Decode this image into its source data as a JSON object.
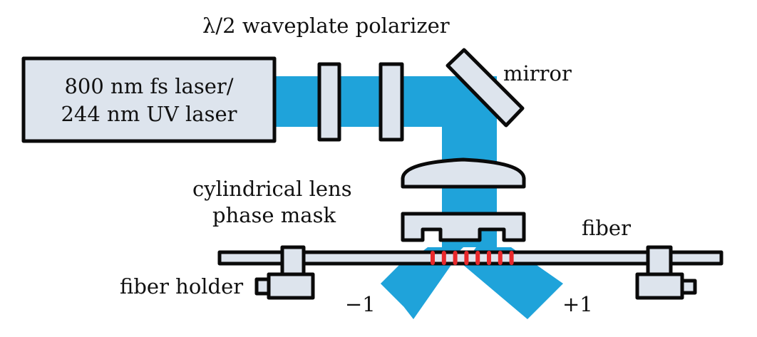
{
  "diagram": {
    "title": "Phase-mask fiber Bragg grating inscription setup",
    "colors": {
      "beam": "#1fa3da",
      "component_fill": "#dde4ed",
      "outline": "#0a0a0a",
      "grating": "#e8282b",
      "text": "#111111"
    },
    "labels": {
      "laser_line1": "800 nm fs laser/",
      "laser_line2": "244 nm UV laser",
      "waveplate_polarizer": "λ/2 waveplate polarizer",
      "mirror": "mirror",
      "cylindrical_lens": "cylindrical lens",
      "phase_mask": "phase mask",
      "fiber": "fiber",
      "fiber_holder": "fiber holder",
      "order_minus": "−1",
      "order_plus": "+1"
    },
    "components": [
      {
        "id": "laser",
        "name": "laser source"
      },
      {
        "id": "waveplate",
        "name": "λ/2 waveplate"
      },
      {
        "id": "polarizer",
        "name": "polarizer"
      },
      {
        "id": "mirror",
        "name": "mirror"
      },
      {
        "id": "cylindrical-lens",
        "name": "cylindrical lens"
      },
      {
        "id": "phase-mask",
        "name": "phase mask"
      },
      {
        "id": "fiber",
        "name": "fiber"
      },
      {
        "id": "fiber-holder-left",
        "name": "fiber holder"
      },
      {
        "id": "fiber-holder-right",
        "name": "fiber holder"
      }
    ],
    "grating_fringe_count": 8,
    "phase_mask_tooth_count": 3
  }
}
